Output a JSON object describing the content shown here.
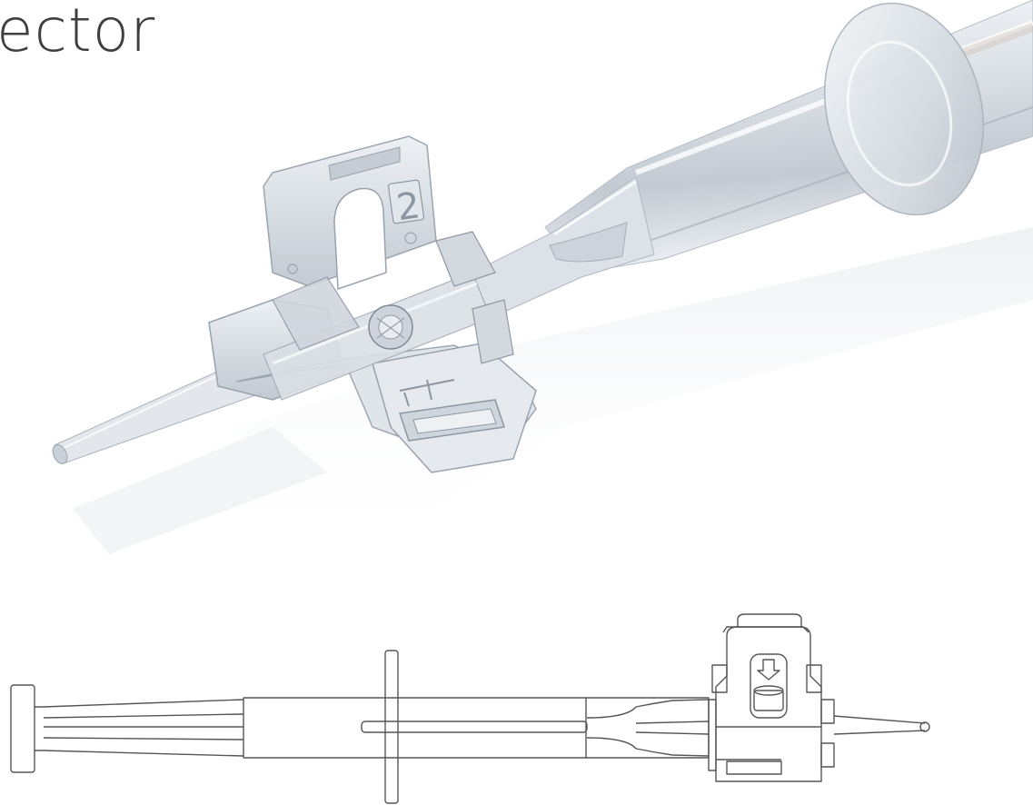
{
  "header": {
    "title": "ector"
  },
  "render": {
    "glyph_2": "2",
    "colors": {
      "background": "#ffffff",
      "title": "#3f3f3f",
      "plastic_light": "#eceff2",
      "plastic_mid": "#cfd5dc",
      "plastic_dark": "#9aa4ae",
      "outline": "#555555"
    },
    "icons": [
      "injector-3d-render",
      "injector-line-drawing"
    ]
  }
}
